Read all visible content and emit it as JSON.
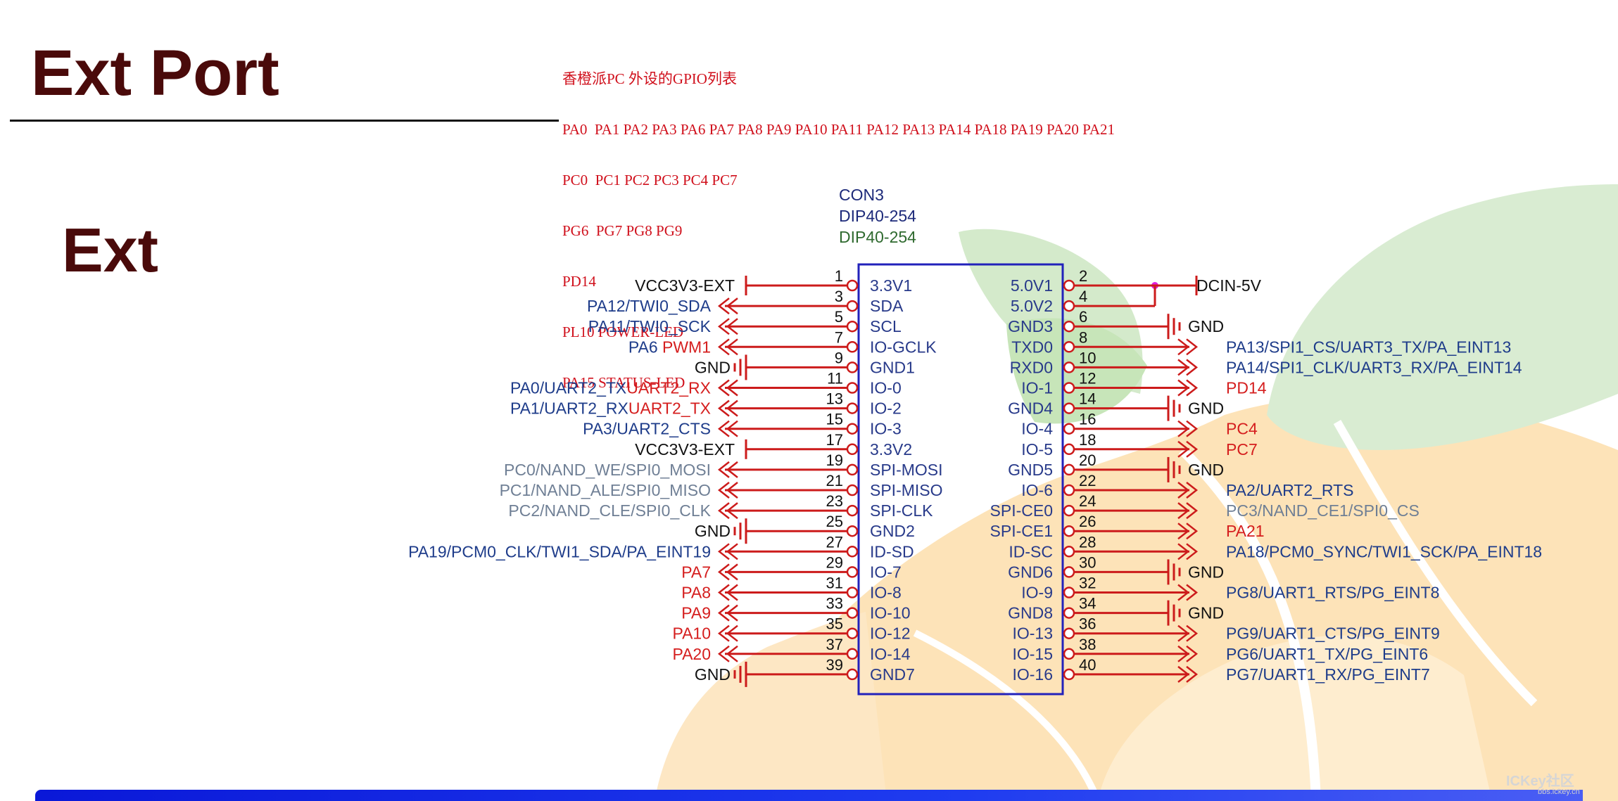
{
  "header": {
    "title": "Ext Port",
    "subtitle": "Ext"
  },
  "notes": {
    "lines": [
      "香橙派PC 外设的GPIO列表",
      "PA0  PA1 PA2 PA3 PA6 PA7 PA8 PA9 PA10 PA11 PA12 PA13 PA14 PA18 PA19 PA20 PA21",
      "PC0  PC1 PC2 PC3 PC4 PC7",
      "PG6  PG7 PG8 PG9",
      "PD14",
      "PL10 POWER-LED",
      "PA15 STATUS-LED"
    ]
  },
  "connector": {
    "ref": "CON3",
    "value": "DIP40-254",
    "footprint": "DIP40-254",
    "left_pins": [
      {
        "num": "1",
        "name": "3.3V1",
        "net": [
          {
            "t": "VCC3V3-EXT",
            "c": "black"
          }
        ],
        "kind": "bar"
      },
      {
        "num": "3",
        "name": "SDA",
        "net": [
          {
            "t": "PA12/TWI0_SDA",
            "c": "blue"
          }
        ],
        "kind": "arrow"
      },
      {
        "num": "5",
        "name": "SCL",
        "net": [
          {
            "t": "PA11/TWI0_SCK",
            "c": "blue"
          }
        ],
        "kind": "arrow"
      },
      {
        "num": "7",
        "name": "IO-GCLK",
        "net": [
          {
            "t": "PA6 ",
            "c": "blue"
          },
          {
            "t": "PWM1",
            "c": "red"
          }
        ],
        "kind": "arrow"
      },
      {
        "num": "9",
        "name": "GND1",
        "net": [
          {
            "t": "GND",
            "c": "black"
          }
        ],
        "kind": "gnd"
      },
      {
        "num": "11",
        "name": "IO-0",
        "net": [
          {
            "t": "PA0/UART2_TX",
            "c": "blue"
          },
          {
            "t": "UART2_RX",
            "c": "red"
          }
        ],
        "kind": "arrow"
      },
      {
        "num": "13",
        "name": "IO-2",
        "net": [
          {
            "t": "PA1/UART2_RX",
            "c": "blue"
          },
          {
            "t": "UART2_TX",
            "c": "red"
          }
        ],
        "kind": "arrow"
      },
      {
        "num": "15",
        "name": "IO-3",
        "net": [
          {
            "t": "PA3/UART2_CTS",
            "c": "blue"
          }
        ],
        "kind": "arrow"
      },
      {
        "num": "17",
        "name": "3.3V2",
        "net": [
          {
            "t": "VCC3V3-EXT",
            "c": "black"
          }
        ],
        "kind": "bar"
      },
      {
        "num": "19",
        "name": "SPI-MOSI",
        "net": [
          {
            "t": "PC0/NAND_WE/SPI0_MOSI",
            "c": "gray"
          }
        ],
        "kind": "arrow"
      },
      {
        "num": "21",
        "name": "SPI-MISO",
        "net": [
          {
            "t": "PC1/NAND_ALE/SPI0_MISO",
            "c": "gray"
          }
        ],
        "kind": "arrow"
      },
      {
        "num": "23",
        "name": "SPI-CLK",
        "net": [
          {
            "t": "PC2/NAND_CLE/SPI0_CLK",
            "c": "gray"
          }
        ],
        "kind": "arrow"
      },
      {
        "num": "25",
        "name": "GND2",
        "net": [
          {
            "t": "GND",
            "c": "black"
          }
        ],
        "kind": "gnd"
      },
      {
        "num": "27",
        "name": "ID-SD",
        "net": [
          {
            "t": "PA19/PCM0_CLK/TWI1_SDA/PA_EINT19",
            "c": "blue"
          }
        ],
        "kind": "arrow"
      },
      {
        "num": "29",
        "name": "IO-7",
        "net": [
          {
            "t": "PA7",
            "c": "red"
          }
        ],
        "kind": "arrow"
      },
      {
        "num": "31",
        "name": "IO-8",
        "net": [
          {
            "t": "PA8",
            "c": "red"
          }
        ],
        "kind": "arrow"
      },
      {
        "num": "33",
        "name": "IO-10",
        "net": [
          {
            "t": "PA9",
            "c": "red"
          }
        ],
        "kind": "arrow"
      },
      {
        "num": "35",
        "name": "IO-12",
        "net": [
          {
            "t": "PA10",
            "c": "red"
          }
        ],
        "kind": "arrow"
      },
      {
        "num": "37",
        "name": "IO-14",
        "net": [
          {
            "t": "PA20",
            "c": "red"
          }
        ],
        "kind": "arrow"
      },
      {
        "num": "39",
        "name": "GND7",
        "net": [
          {
            "t": "GND",
            "c": "black"
          }
        ],
        "kind": "gnd"
      }
    ],
    "right_pins": [
      {
        "num": "2",
        "name": "5.0V1",
        "net": [
          {
            "t": "DCIN-5V",
            "c": "black"
          }
        ],
        "kind": "bar"
      },
      {
        "num": "4",
        "name": "5.0V2",
        "net": [],
        "kind": "tie"
      },
      {
        "num": "6",
        "name": "GND3",
        "net": [
          {
            "t": "GND",
            "c": "black"
          }
        ],
        "kind": "gnd"
      },
      {
        "num": "8",
        "name": "TXD0",
        "net": [
          {
            "t": "PA13/SPI1_CS/UART3_TX/PA_EINT13",
            "c": "blue"
          }
        ],
        "kind": "arrow"
      },
      {
        "num": "10",
        "name": "RXD0",
        "net": [
          {
            "t": "PA14/SPI1_CLK/UART3_RX/PA_EINT14",
            "c": "blue"
          }
        ],
        "kind": "arrow"
      },
      {
        "num": "12",
        "name": "IO-1",
        "net": [
          {
            "t": "PD14",
            "c": "red"
          }
        ],
        "kind": "arrow"
      },
      {
        "num": "14",
        "name": "GND4",
        "net": [
          {
            "t": "GND",
            "c": "black"
          }
        ],
        "kind": "gnd"
      },
      {
        "num": "16",
        "name": "IO-4",
        "net": [
          {
            "t": "PC4",
            "c": "red"
          }
        ],
        "kind": "arrow"
      },
      {
        "num": "18",
        "name": "IO-5",
        "net": [
          {
            "t": "PC7",
            "c": "red"
          }
        ],
        "kind": "arrow"
      },
      {
        "num": "20",
        "name": "GND5",
        "net": [
          {
            "t": "GND",
            "c": "black"
          }
        ],
        "kind": "gnd"
      },
      {
        "num": "22",
        "name": "IO-6",
        "net": [
          {
            "t": "PA2/UART2_RTS",
            "c": "blue"
          }
        ],
        "kind": "arrow"
      },
      {
        "num": "24",
        "name": "SPI-CE0",
        "net": [
          {
            "t": "PC3/NAND_CE1/SPI0_CS",
            "c": "gray"
          }
        ],
        "kind": "arrow"
      },
      {
        "num": "26",
        "name": "SPI-CE1",
        "net": [
          {
            "t": "PA21",
            "c": "red"
          }
        ],
        "kind": "arrow"
      },
      {
        "num": "28",
        "name": "ID-SC",
        "net": [
          {
            "t": "PA18/PCM0_SYNC/TWI1_SCK/PA_EINT18",
            "c": "blue"
          }
        ],
        "kind": "arrow"
      },
      {
        "num": "30",
        "name": "GND6",
        "net": [
          {
            "t": "GND",
            "c": "black"
          }
        ],
        "kind": "gnd"
      },
      {
        "num": "32",
        "name": "IO-9",
        "net": [
          {
            "t": "PG8/UART1_RTS/PG_EINT8",
            "c": "blue"
          }
        ],
        "kind": "arrow"
      },
      {
        "num": "34",
        "name": "GND8",
        "net": [
          {
            "t": "GND",
            "c": "black"
          }
        ],
        "kind": "gnd"
      },
      {
        "num": "36",
        "name": "IO-13",
        "net": [
          {
            "t": "PG9/UART1_CTS/PG_EINT9",
            "c": "blue"
          }
        ],
        "kind": "arrow"
      },
      {
        "num": "38",
        "name": "IO-15",
        "net": [
          {
            "t": "PG6/UART1_TX/PG_EINT6",
            "c": "blue"
          }
        ],
        "kind": "arrow"
      },
      {
        "num": "40",
        "name": "IO-16",
        "net": [
          {
            "t": "PG7/UART1_RX/PG_EINT7",
            "c": "blue"
          }
        ],
        "kind": "arrow"
      }
    ]
  },
  "watermark": {
    "text": "ICKey社区",
    "url": "bbs.ickey.cn"
  },
  "colors": {
    "title": "#4a0a0a",
    "wire": "#cc1b1b",
    "net_blue": "#1e3c8a",
    "net_red": "#d51e1e",
    "net_gray": "#6f7f95",
    "pin_name": "#283a8a",
    "body": "#2222bb",
    "bottom_bar": "#0a18d8"
  },
  "icons": [
    "gnd-symbol",
    "offpage-arrow",
    "pin-circle",
    "junction-dot"
  ]
}
